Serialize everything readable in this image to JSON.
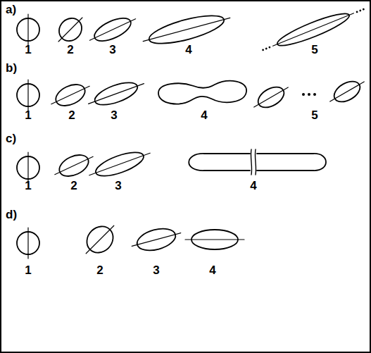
{
  "diagram": {
    "labels": [
      "a)",
      "1",
      "2",
      "3",
      "4",
      "5",
      "b)",
      "1",
      "2",
      "3",
      "4",
      "5",
      "c)",
      "1",
      "2",
      "3",
      "4",
      "d)",
      "1",
      "2",
      "3",
      "4"
    ]
  }
}
